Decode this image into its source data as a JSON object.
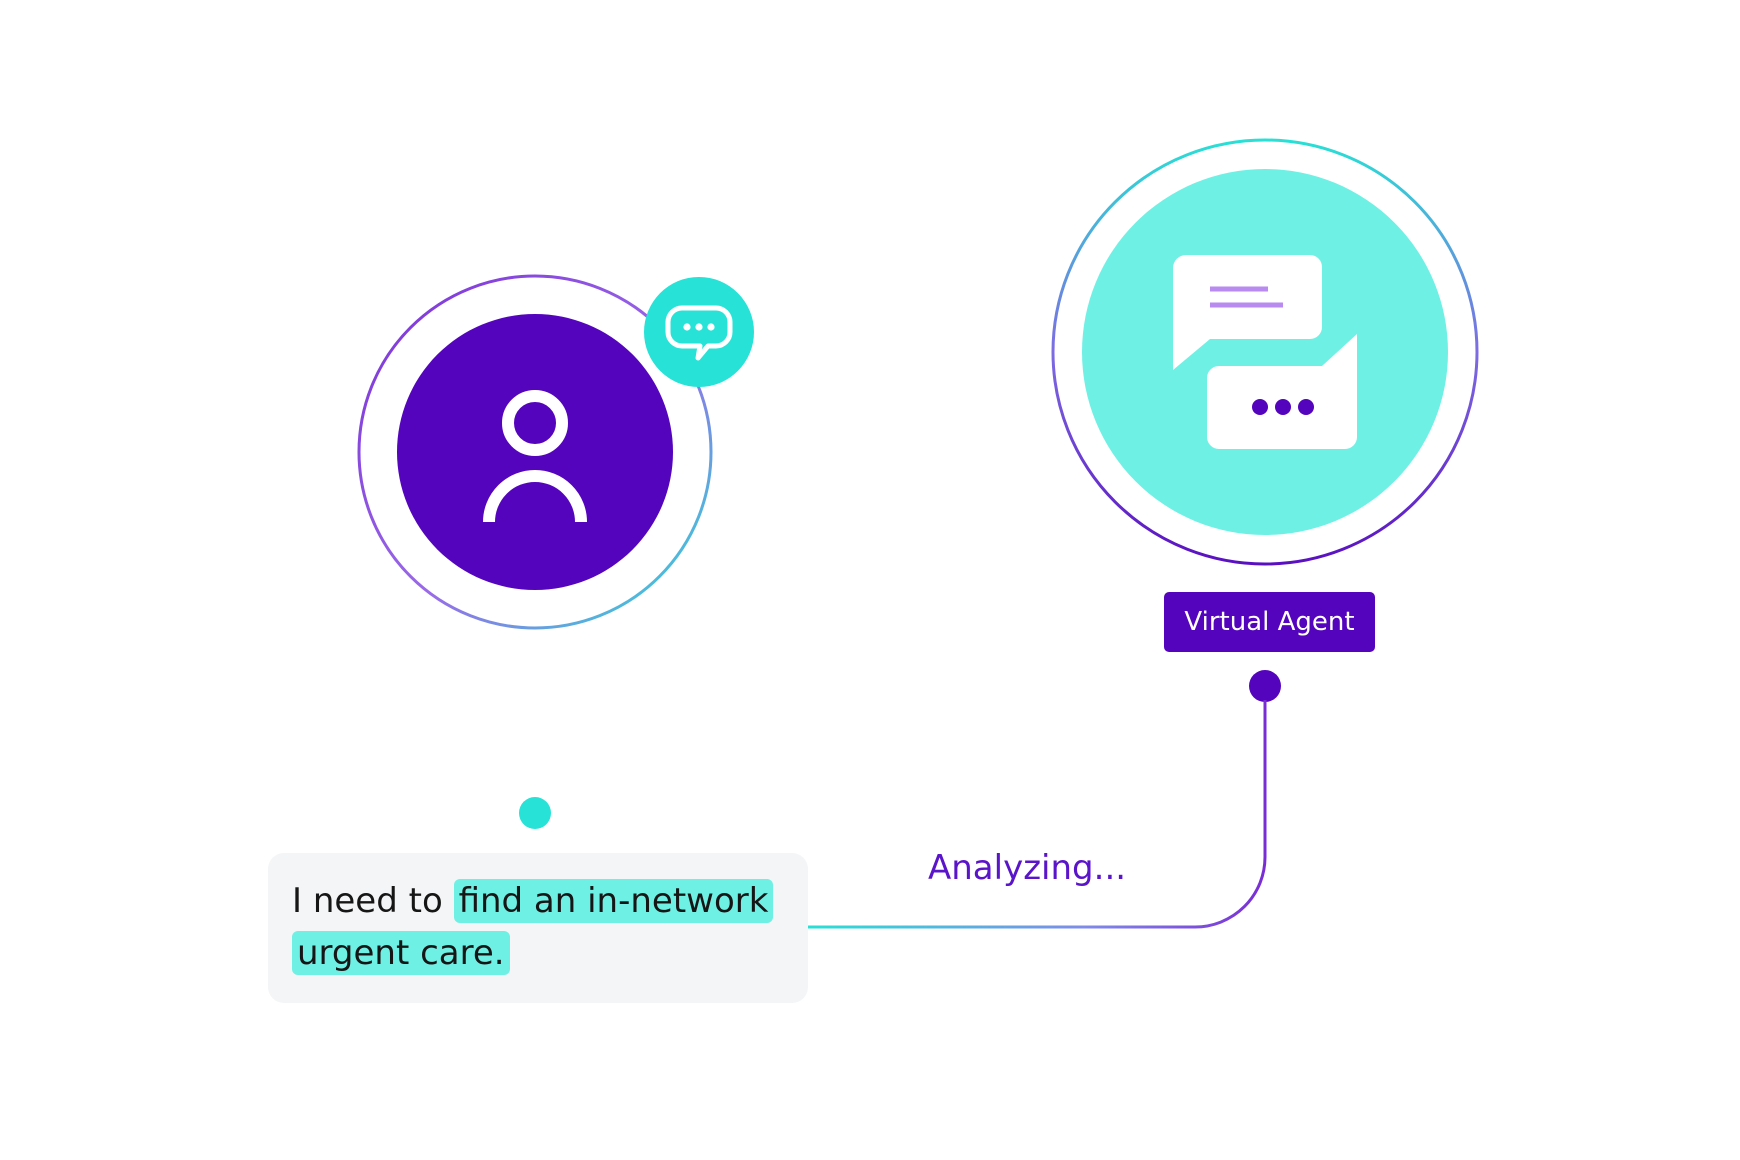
{
  "user_message": {
    "prefix": "I need to ",
    "highlight_1": "find an in-network",
    "highlight_2": "urgent care."
  },
  "agent": {
    "label": "Virtual Agent"
  },
  "status": "Analyzing...",
  "icons": {
    "user": "user-icon",
    "chat_badge": "chat-bubble-icon",
    "agent": "conversation-bubbles-icon"
  },
  "colors": {
    "purple": "#5404bc",
    "teal": "#6ff0e5",
    "teal_dark": "#27e2d6",
    "lavender": "#b98af0",
    "card_bg": "#f4f5f7"
  }
}
